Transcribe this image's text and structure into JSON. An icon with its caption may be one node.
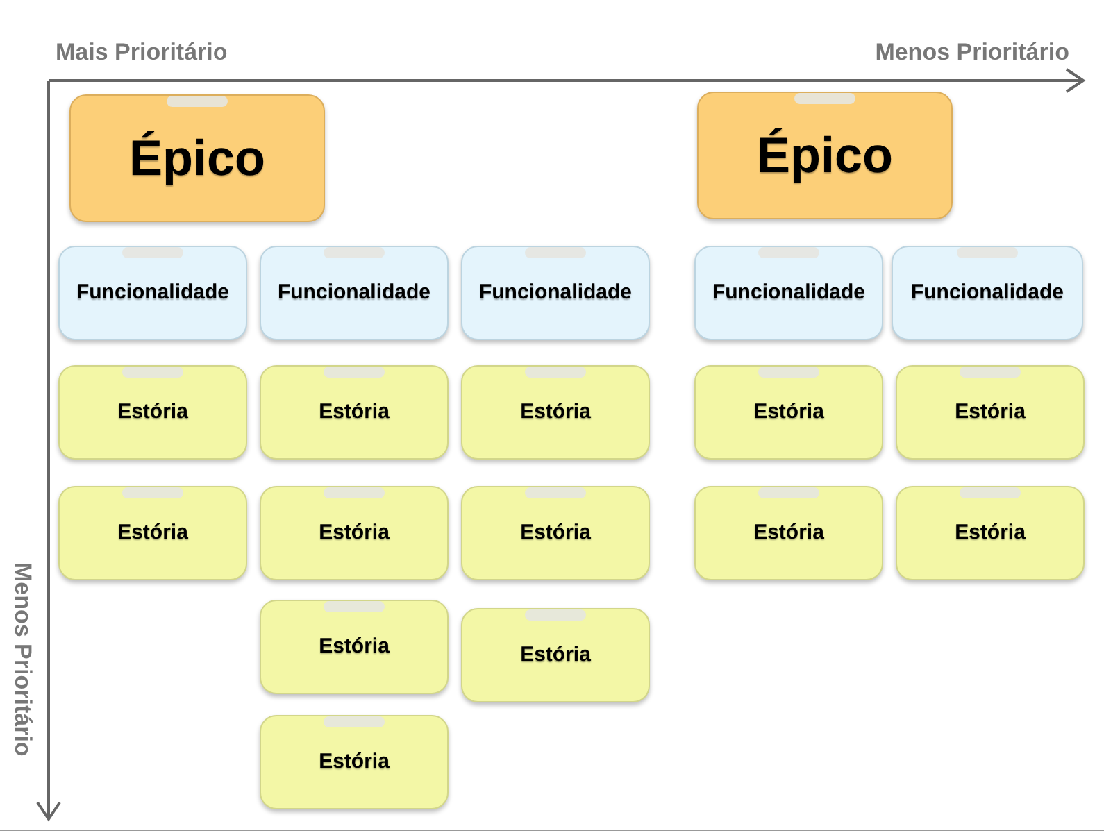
{
  "diagram": {
    "nodes": [
      {
        "text": [
          "Épico"
        ]
      },
      {
        "text": [
          "Épico"
        ]
      },
      {
        "text": [
          "Funcionalidade"
        ]
      },
      {
        "text": [
          "Funcionalidade"
        ]
      },
      {
        "text": [
          "Funcionalidade"
        ]
      },
      {
        "text": [
          "Funcionalidade"
        ]
      },
      {
        "text": [
          "Funcionalidade"
        ]
      },
      {
        "text": [
          "Estória"
        ]
      },
      {
        "text": [
          "Estória"
        ]
      },
      {
        "text": [
          "Estória"
        ]
      },
      {
        "text": [
          "Estória"
        ]
      },
      {
        "text": [
          "Estória"
        ]
      },
      {
        "text": [
          "Estória"
        ]
      },
      {
        "text": [
          "Estória"
        ]
      },
      {
        "text": [
          "Estória"
        ]
      },
      {
        "text": [
          "Estória"
        ]
      },
      {
        "text": [
          "Estória"
        ]
      },
      {
        "text": [
          "Estória"
        ]
      },
      {
        "text": [
          "Estória"
        ]
      },
      {
        "text": [
          "Estória"
        ]
      }
    ],
    "labels": [
      "Mais Prioritário",
      "Menos Prioritário",
      "Menos Prioritário"
    ]
  }
}
